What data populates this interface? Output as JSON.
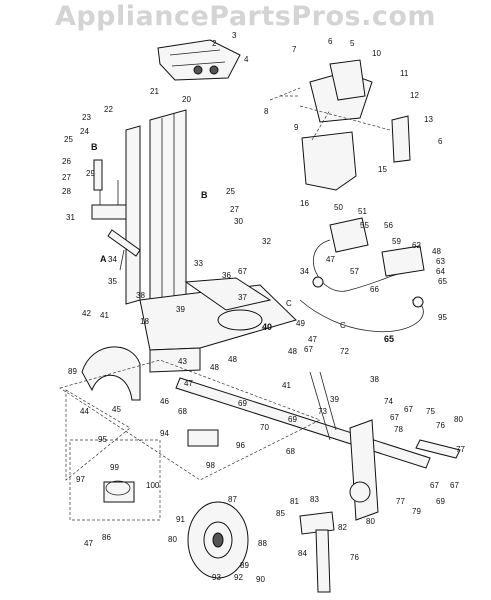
{
  "watermark": "AppliancePartsPros.com",
  "callouts": [
    "2",
    "3",
    "4",
    "5",
    "6",
    "7",
    "8",
    "9",
    "10",
    "11",
    "12",
    "13",
    "6",
    "15",
    "16",
    "21",
    "20",
    "22",
    "23",
    "24",
    "25",
    "B",
    "26",
    "27",
    "28",
    "29",
    "31",
    "A",
    "34",
    "35",
    "25",
    "B",
    "27",
    "30",
    "32",
    "33",
    "36",
    "67",
    "38",
    "37",
    "39",
    "18",
    "41",
    "42",
    "43",
    "40",
    "C",
    "49",
    "47",
    "48",
    "89",
    "44",
    "45",
    "46",
    "47",
    "48",
    "48",
    "67",
    "72",
    "38",
    "41",
    "39",
    "73",
    "68",
    "69",
    "70",
    "74",
    "67",
    "69",
    "68",
    "67",
    "75",
    "76",
    "78",
    "77",
    "50",
    "51",
    "55",
    "56",
    "47",
    "57",
    "59",
    "62",
    "48",
    "63",
    "64",
    "65",
    "34",
    "66",
    "C",
    "65",
    "95",
    "94",
    "96",
    "98",
    "95",
    "97",
    "100",
    "99",
    "47",
    "86",
    "87",
    "88",
    "89",
    "90",
    "91",
    "92",
    "93",
    "80",
    "83",
    "81",
    "82",
    "80",
    "77",
    "79",
    "69",
    "67",
    "67",
    "85",
    "84",
    "76",
    "80"
  ]
}
